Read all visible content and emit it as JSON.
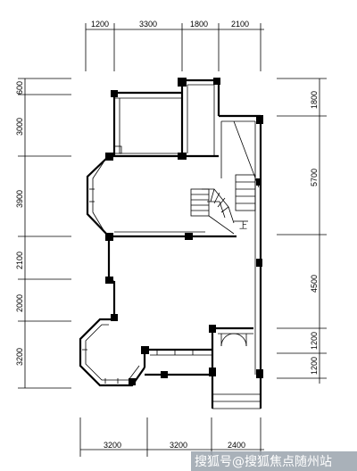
{
  "dimensions": {
    "top": [
      "1200",
      "3300",
      "1800",
      "2100"
    ],
    "left": [
      "600",
      "3000",
      "3900",
      "2100",
      "2000",
      "3200"
    ],
    "right": [
      "1800",
      "5700",
      "4500",
      "1200",
      "1200"
    ],
    "bottom": [
      "3200",
      "3200",
      "2400"
    ]
  },
  "stair_label": "上",
  "watermark": "搜狐号@搜狐焦点随州站"
}
